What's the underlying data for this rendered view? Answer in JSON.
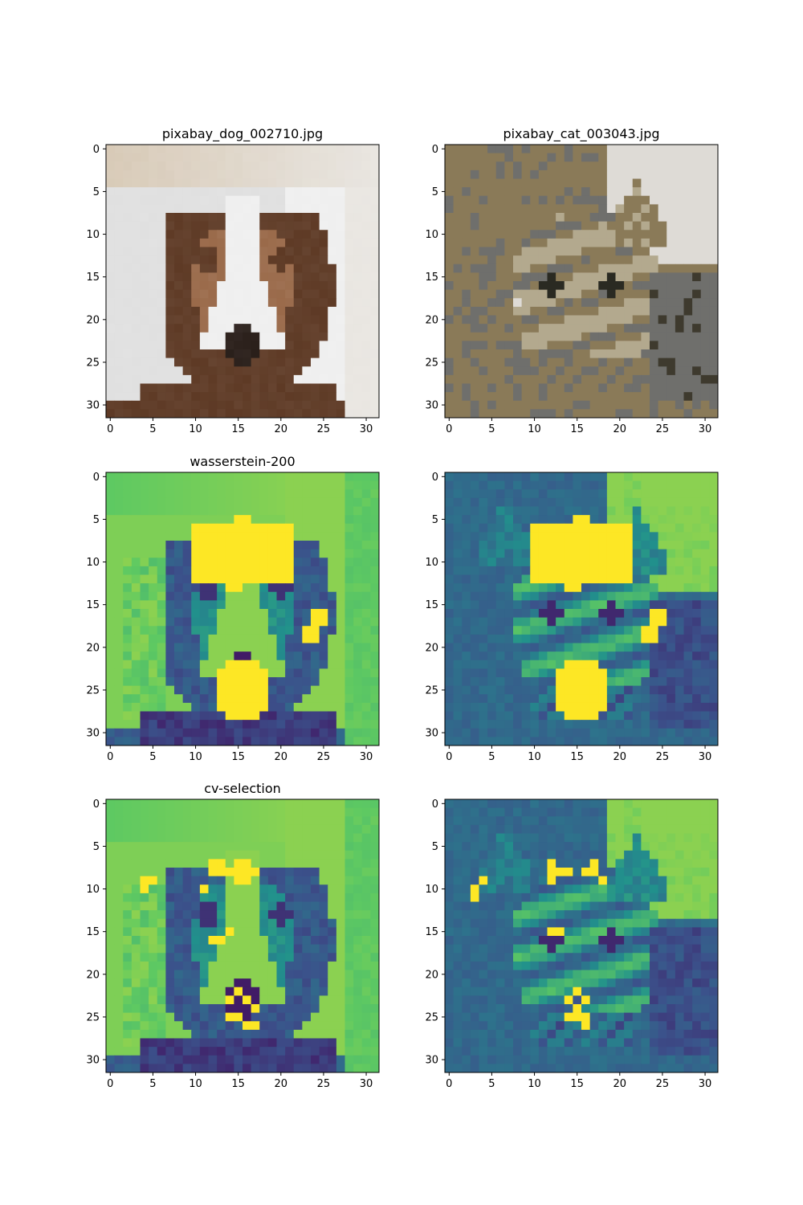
{
  "colors": {
    "frame": "#000000",
    "viridis": [
      "#440154",
      "#3b528b",
      "#21918c",
      "#5ec962",
      "#fde725"
    ],
    "dog": {
      "bg_top": "#d7c9b6",
      "bg_right": "#e9e6e1",
      "fur": "#9a6a4a",
      "fur_dark": "#5e3a25",
      "white": "#efefef",
      "eye": "#3a2a20",
      "nose": "#2a1f1a",
      "ear_left": "#e0e0e0"
    },
    "cat": {
      "bg": "#6f6f6c",
      "bg_light": "#dedbd6",
      "fur": "#8a7a58",
      "fur_dark": "#3e3a2e",
      "eye": "#2a2a22",
      "light": "#b3a98e"
    },
    "highlight": "#fde725"
  },
  "panels": [
    {
      "id": "dog-image",
      "title": "pixabay_dog_002710.jpg",
      "kind": "photo",
      "subject": "dog"
    },
    {
      "id": "cat-image",
      "title": "pixabay_cat_003043.jpg",
      "kind": "photo",
      "subject": "cat"
    },
    {
      "id": "dog-wasserstein",
      "title": "wasserstein-200",
      "kind": "heatmap",
      "subject": "dog",
      "mask": "wasserstein"
    },
    {
      "id": "cat-wasserstein",
      "title": "",
      "kind": "heatmap",
      "subject": "cat",
      "mask": "wasserstein"
    },
    {
      "id": "dog-cv",
      "title": "cv-selection",
      "kind": "heatmap",
      "subject": "dog",
      "mask": "cv"
    },
    {
      "id": "cat-cv",
      "title": "",
      "kind": "heatmap",
      "subject": "cat",
      "mask": "cv"
    }
  ],
  "chart_data": {
    "type": "heatmap",
    "grid_size": 32,
    "x_ticks": [
      0,
      5,
      10,
      15,
      20,
      25,
      30
    ],
    "y_ticks": [
      0,
      5,
      10,
      15,
      20,
      25,
      30
    ],
    "xlim": [
      -0.5,
      31.5
    ],
    "ylim": [
      31.5,
      -0.5
    ],
    "grid": false,
    "colormap": "viridis",
    "masks": {
      "wasserstein": {
        "regions": [
          {
            "shape": "rect",
            "x": [
              10,
              21
            ],
            "y": [
              6,
              12
            ]
          },
          {
            "shape": "rect",
            "x": [
              15,
              16
            ],
            "y": [
              5,
              5
            ]
          },
          {
            "shape": "rect",
            "x": [
              14,
              15
            ],
            "y": [
              13,
              13
            ]
          },
          {
            "shape": "disc",
            "cx": 15.5,
            "cy": 25.0,
            "r": 3.4
          },
          {
            "shape": "rect",
            "x": [
              24,
              25
            ],
            "y": [
              16,
              17
            ]
          },
          {
            "shape": "rect",
            "x": [
              23,
              24
            ],
            "y": [
              18,
              19
            ]
          }
        ]
      },
      "cv_dog": {
        "cells": [
          [
            12,
            7
          ],
          [
            13,
            7
          ],
          [
            15,
            7
          ],
          [
            16,
            7
          ],
          [
            12,
            8
          ],
          [
            13,
            8
          ],
          [
            14,
            8
          ],
          [
            15,
            8
          ],
          [
            16,
            8
          ],
          [
            17,
            8
          ],
          [
            15,
            9
          ],
          [
            16,
            9
          ],
          [
            4,
            9
          ],
          [
            4,
            10
          ],
          [
            5,
            9
          ],
          [
            11,
            10
          ],
          [
            12,
            16
          ],
          [
            13,
            16
          ],
          [
            14,
            15
          ],
          [
            15,
            22
          ],
          [
            14,
            23
          ],
          [
            16,
            23
          ],
          [
            17,
            24
          ],
          [
            14,
            25
          ],
          [
            15,
            25
          ],
          [
            16,
            26
          ],
          [
            17,
            26
          ]
        ]
      },
      "cv_cat": {
        "cells": [
          [
            12,
            7
          ],
          [
            12,
            8
          ],
          [
            13,
            8
          ],
          [
            14,
            8
          ],
          [
            16,
            8
          ],
          [
            17,
            7
          ],
          [
            17,
            8
          ],
          [
            18,
            9
          ],
          [
            12,
            9
          ],
          [
            4,
            9
          ],
          [
            3,
            10
          ],
          [
            3,
            11
          ],
          [
            12,
            15
          ],
          [
            13,
            15
          ],
          [
            15,
            22
          ],
          [
            14,
            23
          ],
          [
            16,
            23
          ],
          [
            15,
            24
          ],
          [
            14,
            25
          ],
          [
            15,
            25
          ],
          [
            16,
            25
          ],
          [
            16,
            26
          ]
        ]
      }
    }
  }
}
